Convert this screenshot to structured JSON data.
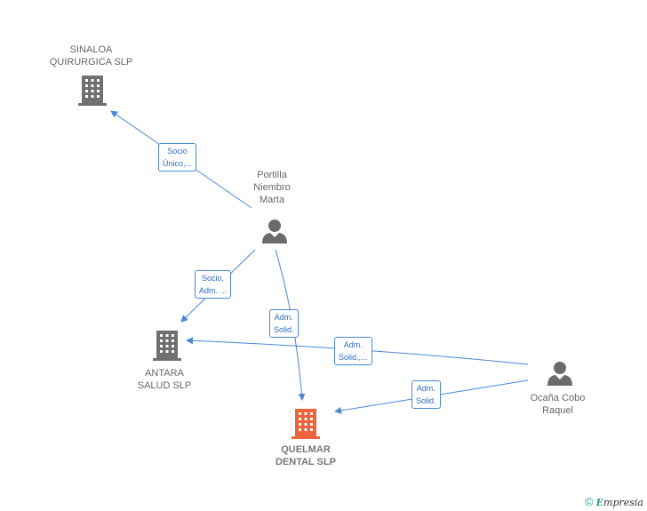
{
  "nodes": {
    "sinaloa": {
      "label": "SINALOA\nQUIRURGICA  SLP"
    },
    "portilla": {
      "label": "Portilla\nNiembro\nMarta"
    },
    "antara": {
      "label": "ANTARA\nSALUD  SLP"
    },
    "quelmar": {
      "label": "QUELMAR\nDENTAL SLP"
    },
    "ocana": {
      "label": "Ocaña Cobo\nRaquel"
    }
  },
  "edges": {
    "e1": {
      "label": "Socio\nÚnico,..."
    },
    "e2": {
      "label": "Socio,\nAdm. ..."
    },
    "e3": {
      "label": "Adm.\nSolid."
    },
    "e4": {
      "label": "Adm.\nSolid.,..."
    },
    "e5": {
      "label": "Adm.\nSolid."
    }
  },
  "footer": {
    "copyright": "©",
    "brand_initial": "E",
    "brand_rest": "mpresia"
  },
  "colors": {
    "edge": "#4a86d4",
    "building": "#707070",
    "building_main": "#f0643c",
    "person": "#6b6b6b"
  }
}
